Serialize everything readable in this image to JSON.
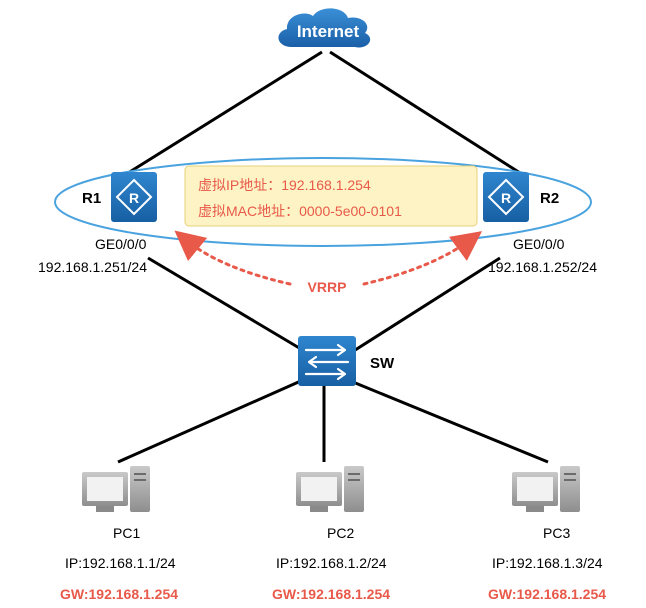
{
  "internet": {
    "label": "Internet"
  },
  "routers": [
    {
      "name": "R1",
      "port": "GE0/0/0",
      "ip": "192.168.1.251/24"
    },
    {
      "name": "R2",
      "port": "GE0/0/0",
      "ip": "192.168.1.252/24"
    }
  ],
  "virtual_box": {
    "vip_line": "虚拟IP地址：192.168.1.254",
    "vmac_line": "虚拟MAC地址：0000-5e00-0101"
  },
  "vrrp_label": "VRRP",
  "switch": {
    "name": "SW"
  },
  "pcs": [
    {
      "name": "PC1",
      "ip": "IP:192.168.1.1/24",
      "gw": "GW:192.168.1.254"
    },
    {
      "name": "PC2",
      "ip": "IP:192.168.1.2/24",
      "gw": "GW:192.168.1.254"
    },
    {
      "name": "PC3",
      "ip": "IP:192.168.1.3/24",
      "gw": "GW:192.168.1.254"
    }
  ],
  "colors": {
    "device_blue": "#1f6fb5",
    "highlight_red": "#e8594a",
    "box_fill": "#fdf3c4",
    "ellipse_stroke": "#4aa3df"
  }
}
